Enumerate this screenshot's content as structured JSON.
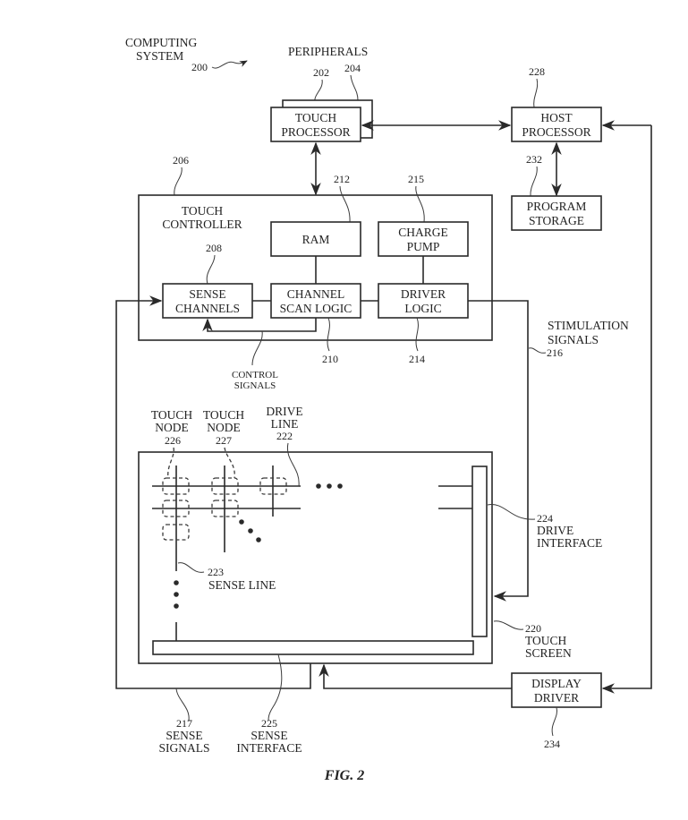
{
  "title": {
    "line1": "COMPUTING",
    "line2": "SYSTEM",
    "ref": "200"
  },
  "peripherals": {
    "label": "PERIPHERALS",
    "ref_a": "202",
    "ref_b": "204"
  },
  "touch_processor": {
    "line1": "TOUCH",
    "line2": "PROCESSOR"
  },
  "host_processor": {
    "line1": "HOST",
    "line2": "PROCESSOR",
    "ref": "228"
  },
  "program_storage": {
    "line1": "PROGRAM",
    "line2": "STORAGE",
    "ref": "232"
  },
  "touch_controller": {
    "line1": "TOUCH",
    "line2": "CONTROLLER",
    "ref": "206"
  },
  "ram": {
    "label": "RAM",
    "ref": "212"
  },
  "charge_pump": {
    "line1": "CHARGE",
    "line2": "PUMP",
    "ref": "215"
  },
  "sense_channels": {
    "line1": "SENSE",
    "line2": "CHANNELS",
    "ref": "208"
  },
  "channel_scan_logic": {
    "line1": "CHANNEL",
    "line2": "SCAN LOGIC",
    "ref": "210"
  },
  "driver_logic": {
    "line1": "DRIVER",
    "line2": "LOGIC",
    "ref": "214"
  },
  "control_signals": {
    "line1": "CONTROL",
    "line2": "SIGNALS"
  },
  "stimulation_signals": {
    "line1": "STIMULATION",
    "line2": "SIGNALS",
    "ref": "216"
  },
  "touch_node_a": {
    "line1": "TOUCH",
    "line2": "NODE",
    "ref": "226"
  },
  "touch_node_b": {
    "line1": "TOUCH",
    "line2": "NODE",
    "ref": "227"
  },
  "drive_line": {
    "line1": "DRIVE",
    "line2": "LINE",
    "ref": "222"
  },
  "sense_line": {
    "label": "SENSE LINE",
    "ref": "223"
  },
  "drive_interface": {
    "line1": "DRIVE",
    "line2": "INTERFACE",
    "ref": "224"
  },
  "touch_screen": {
    "line1": "TOUCH",
    "line2": "SCREEN",
    "ref": "220"
  },
  "display_driver": {
    "line1": "DISPLAY",
    "line2": "DRIVER",
    "ref": "234"
  },
  "sense_signals": {
    "line1": "SENSE",
    "line2": "SIGNALS",
    "ref": "217"
  },
  "sense_interface": {
    "line1": "SENSE",
    "line2": "INTERFACE",
    "ref": "225"
  },
  "figure_caption": "FIG. 2"
}
